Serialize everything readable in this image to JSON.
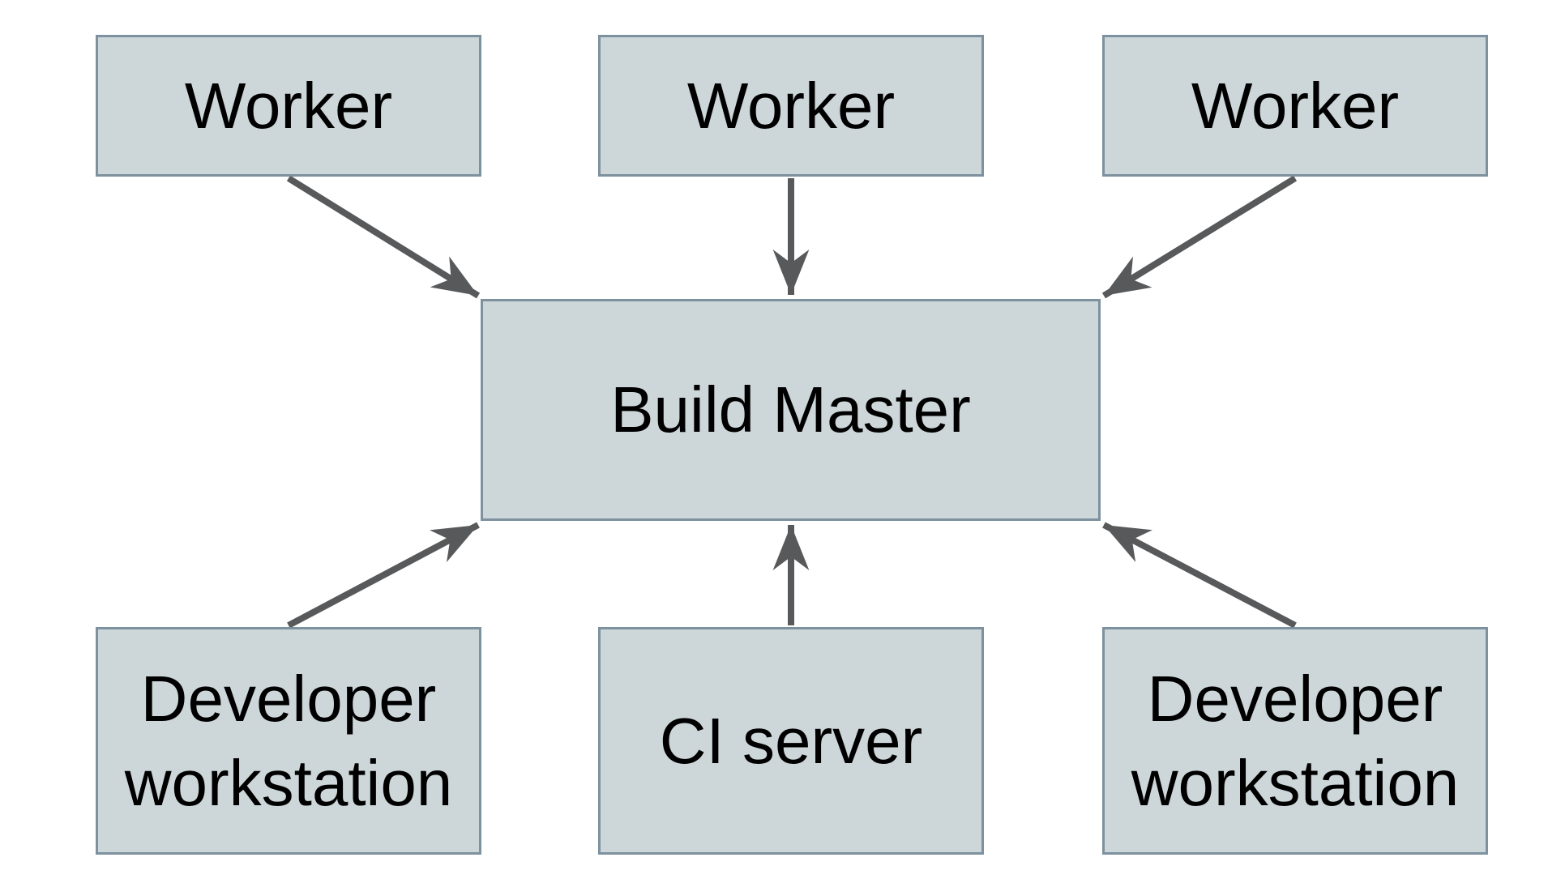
{
  "diagram": {
    "type": "architecture-diagram",
    "nodes": [
      {
        "id": "worker-1",
        "label": "Worker"
      },
      {
        "id": "worker-2",
        "label": "Worker"
      },
      {
        "id": "worker-3",
        "label": "Worker"
      },
      {
        "id": "build-master",
        "label": "Build Master"
      },
      {
        "id": "dev-ws-left",
        "label": "Developer workstation"
      },
      {
        "id": "ci-server",
        "label": "CI server"
      },
      {
        "id": "dev-ws-right",
        "label": "Developer workstation"
      }
    ],
    "edges": [
      {
        "from": "worker-1",
        "to": "build-master"
      },
      {
        "from": "worker-2",
        "to": "build-master"
      },
      {
        "from": "worker-3",
        "to": "build-master"
      },
      {
        "from": "dev-ws-left",
        "to": "build-master"
      },
      {
        "from": "ci-server",
        "to": "build-master"
      },
      {
        "from": "dev-ws-right",
        "to": "build-master"
      }
    ],
    "colors": {
      "node_fill": "#cdd6d9",
      "node_border": "#7d919e",
      "arrow": "#58595a",
      "text": "#000000",
      "background": "#ffffff"
    }
  }
}
